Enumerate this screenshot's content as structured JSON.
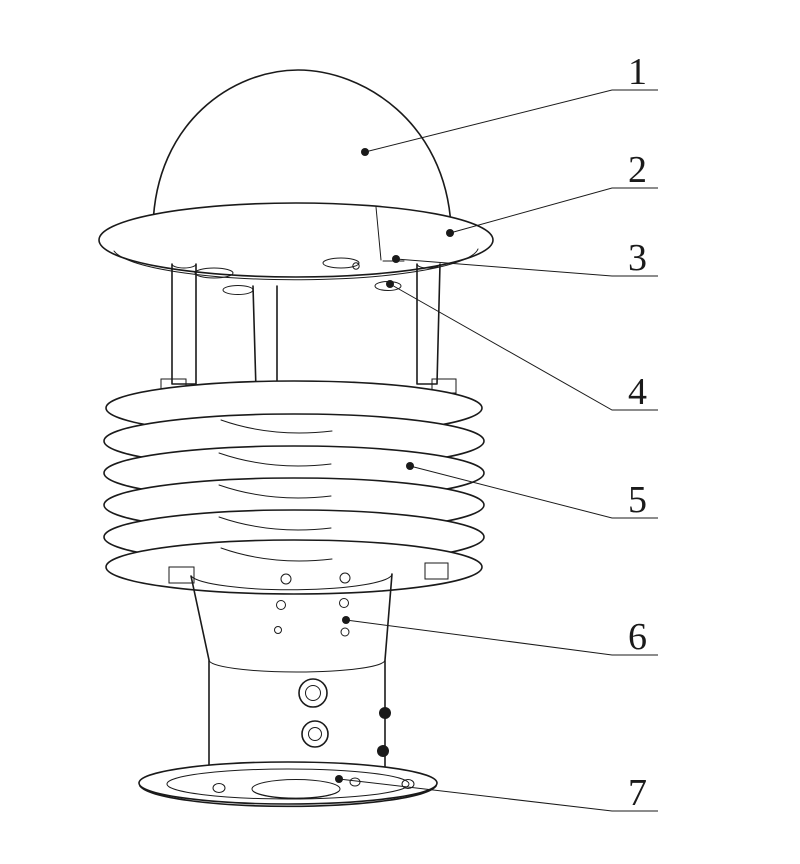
{
  "figure": {
    "callouts": [
      {
        "label": "1"
      },
      {
        "label": "2"
      },
      {
        "label": "3"
      },
      {
        "label": "4"
      },
      {
        "label": "5"
      },
      {
        "label": "6"
      },
      {
        "label": "7"
      }
    ]
  },
  "colors": {
    "line": "#1a1a1a",
    "background": "#ffffff"
  }
}
